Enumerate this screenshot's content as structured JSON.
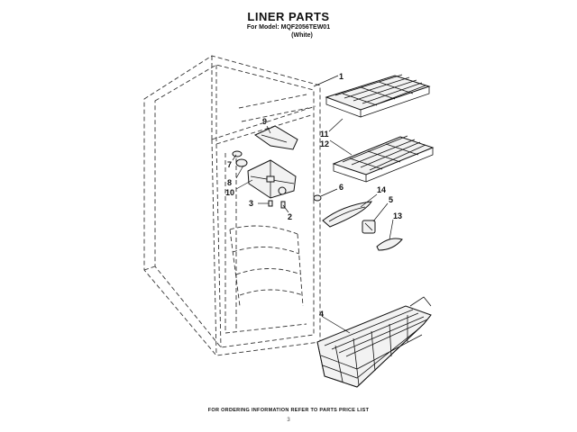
{
  "header": {
    "title": "LINER PARTS",
    "model_line": "For Model: MQF2056TEW01",
    "color_line": "(White)"
  },
  "callouts": [
    "1",
    "11",
    "12",
    "9",
    "7",
    "8",
    "10",
    "3",
    "2",
    "6",
    "14",
    "5",
    "13",
    "4"
  ],
  "footer": {
    "ordering_note": "FOR ORDERING INFORMATION REFER TO PARTS PRICE LIST",
    "page_number": "3"
  }
}
